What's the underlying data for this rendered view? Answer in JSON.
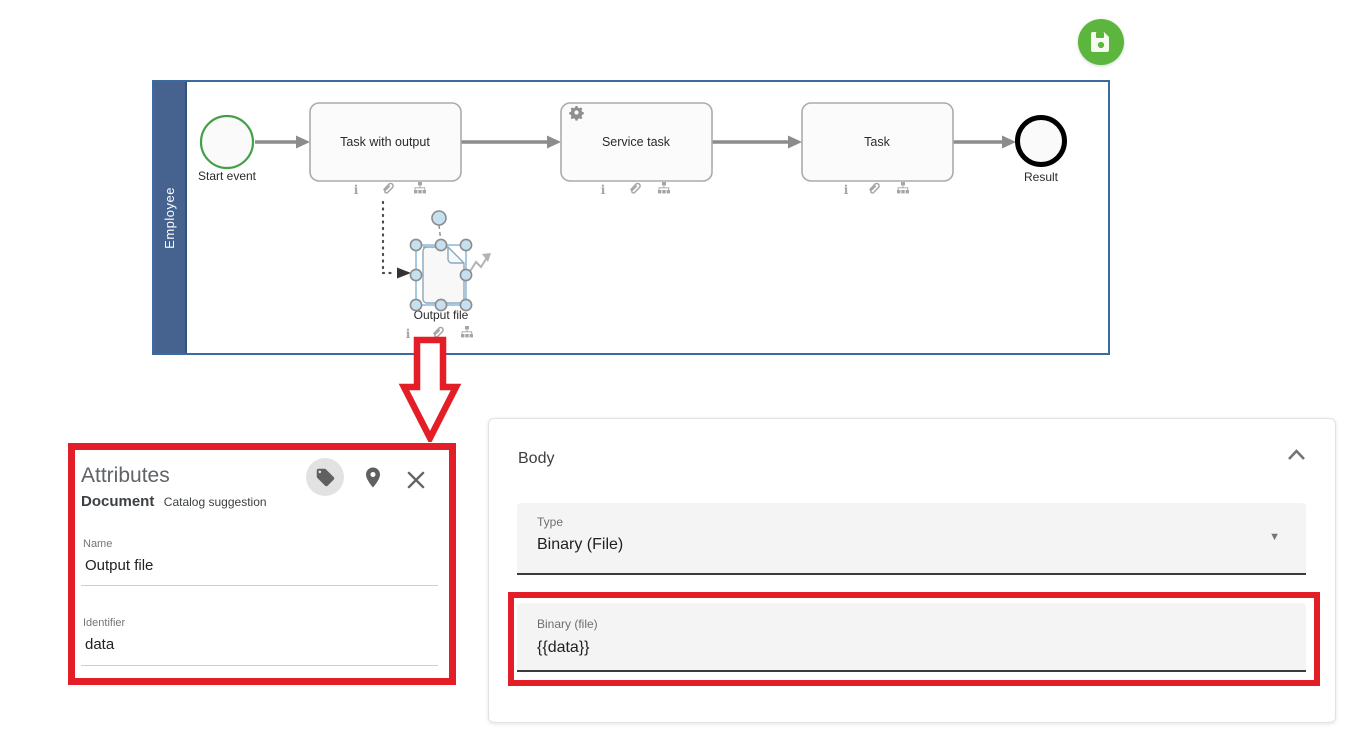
{
  "diagram": {
    "lane": "Employee",
    "start_event": "Start event",
    "task_with_output": "Task with output",
    "service_task": "Service task",
    "task": "Task",
    "end_event": "Result",
    "data_object": "Output file"
  },
  "attributes_panel": {
    "title": "Attributes",
    "element_type": "Document",
    "element_hint": "Catalog suggestion",
    "name_label": "Name",
    "name_value": "Output file",
    "identifier_label": "Identifier",
    "identifier_value": "data"
  },
  "body_panel": {
    "title": "Body",
    "type_label": "Type",
    "type_value": "Binary (File)",
    "binary_label": "Binary (file)",
    "binary_value": "{{data}}",
    "dropdown_glyph": "▼"
  },
  "icons": {
    "save": "floppy-disk",
    "attributes_actions": [
      "tag",
      "location-pin",
      "close-x"
    ],
    "task_badges": [
      "info",
      "paperclip",
      "sitemap"
    ],
    "service_task_marker": "gear",
    "body_collapse": "chevron-up",
    "type_dropdown": "triangle-down"
  },
  "colors": {
    "annotation_red": "#e41e26",
    "save_green": "#5cb53c",
    "lane_blue": "#466390",
    "diagram_border_blue": "#3a6aa0",
    "start_event_green": "#43a047",
    "end_event_black": "#000000",
    "selection_blue": "#81b3d6",
    "field_fill_grey": "#f4f4f4"
  }
}
